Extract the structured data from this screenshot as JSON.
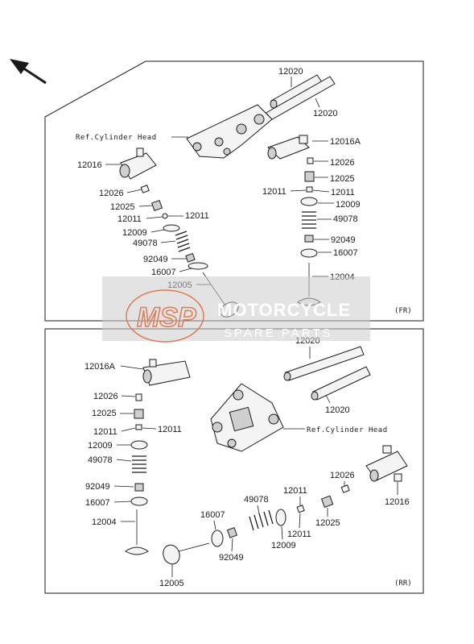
{
  "top_panel": {
    "tag": "(FR)",
    "ref_label": "Ref.Cylinder Head",
    "parts": [
      "12020",
      "12020",
      "12016A",
      "12016",
      "12026",
      "12026",
      "12025",
      "12025",
      "12011",
      "12011",
      "12011",
      "12011",
      "12009",
      "12009",
      "49078",
      "49078",
      "92049",
      "92049",
      "16007",
      "16007",
      "12005",
      "12004"
    ]
  },
  "bottom_panel": {
    "tag": "(RR)",
    "ref_label": "Ref.Cylinder Head",
    "parts": [
      "12020",
      "12020",
      "12016A",
      "12016",
      "12026",
      "12026",
      "12025",
      "12025",
      "12011",
      "12011",
      "12011",
      "12011",
      "12009",
      "12009",
      "49078",
      "49078",
      "92049",
      "92049",
      "16007",
      "16007",
      "12004",
      "12005"
    ]
  },
  "watermark": {
    "logo": "MSP",
    "line1": "MOTORCYCLE",
    "line2": "SPARE PARTS"
  },
  "colors": {
    "line": "#1a1a1a",
    "watermark_bg": "#cccccc",
    "logo": "#e07a52"
  },
  "icons": {
    "direction": "front-arrow-icon"
  }
}
